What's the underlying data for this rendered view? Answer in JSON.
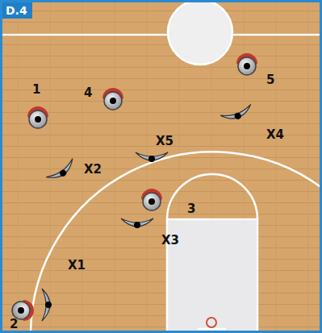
{
  "diagram": {
    "labels": [
      "D.4",
      "4",
      "5",
      "1",
      "X2",
      "X5",
      "X4",
      "3",
      "X3",
      "X1",
      "2"
    ]
  }
}
